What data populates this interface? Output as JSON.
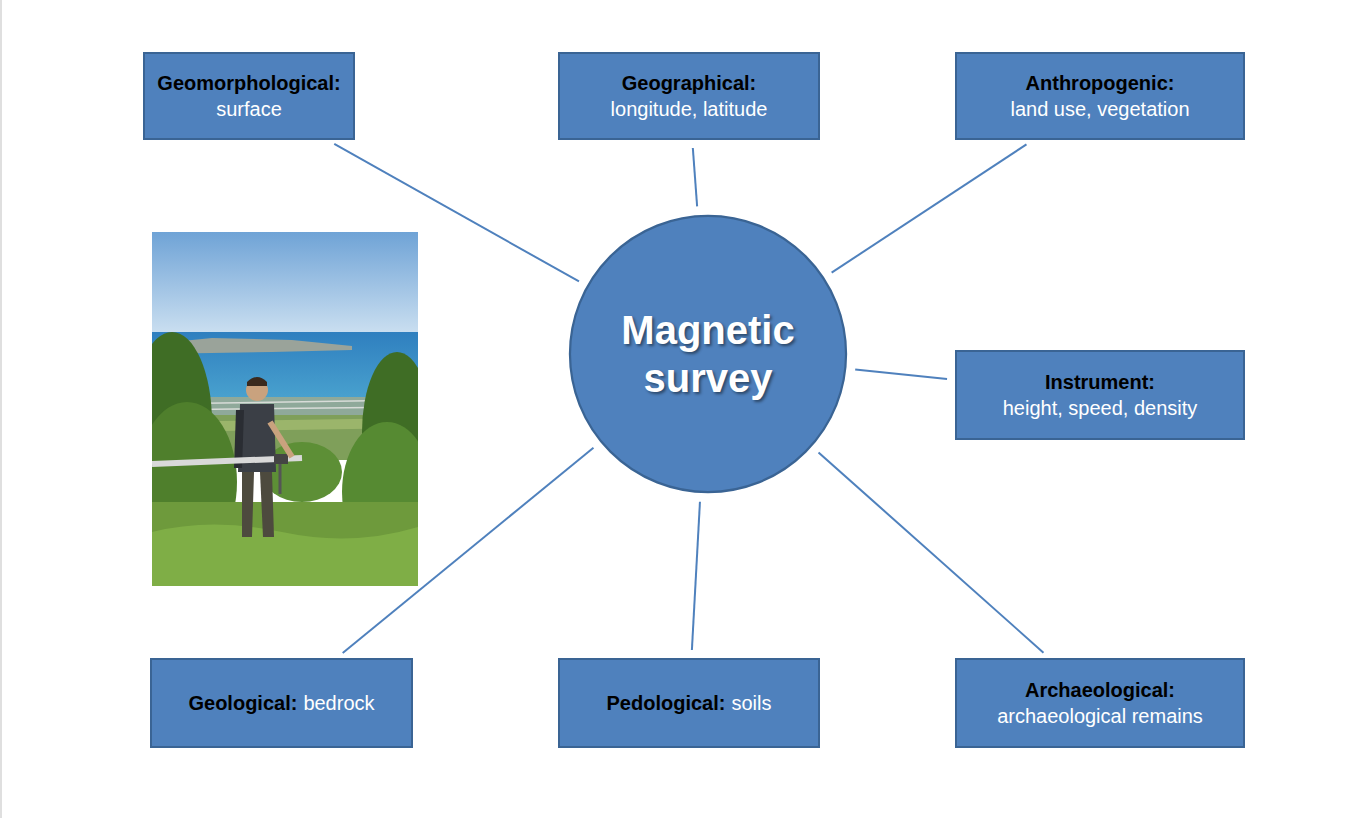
{
  "diagram": {
    "nodes": [
      {
        "text": [
          "Geomorphological:",
          "surface"
        ]
      },
      {
        "text": [
          "Geographical:",
          "longitude, latitude"
        ]
      },
      {
        "text": [
          "Anthropogenic:",
          "land use, vegetation"
        ]
      },
      {
        "text": [
          "Magnetic survey"
        ]
      },
      {
        "text": [
          "Instrument:",
          "height, speed, density"
        ]
      },
      {
        "text": [
          "Geological:",
          "bedrock"
        ]
      },
      {
        "text": [
          "Pedological:",
          "soils"
        ]
      },
      {
        "text": [
          "Archaeological:",
          "archaeological remains"
        ]
      }
    ],
    "edges": [
      {
        "from": 3,
        "to": 0,
        "arrow": "none"
      },
      {
        "from": 3,
        "to": 1,
        "arrow": "none"
      },
      {
        "from": 3,
        "to": 2,
        "arrow": "none"
      },
      {
        "from": 3,
        "to": 4,
        "arrow": "none"
      },
      {
        "from": 3,
        "to": 5,
        "arrow": "none"
      },
      {
        "from": 3,
        "to": 6,
        "arrow": "none"
      },
      {
        "from": 3,
        "to": 7,
        "arrow": "none"
      }
    ]
  }
}
